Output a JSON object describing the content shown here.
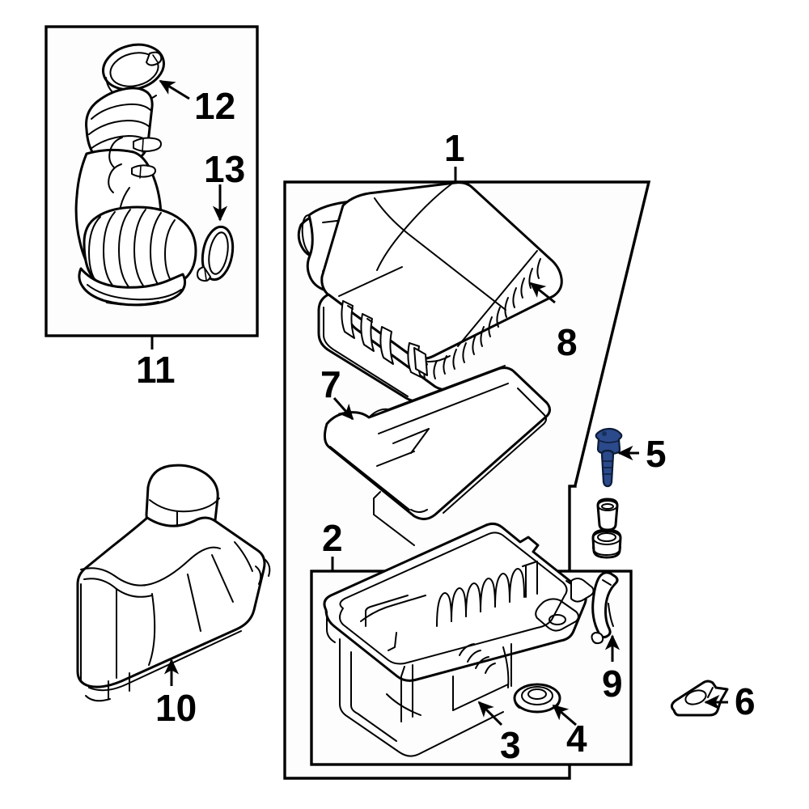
{
  "diagram": {
    "title": "Engine Air Cleaner / Air Intake Assembly Exploded Parts Diagram",
    "style": "line-art black and white technical illustration",
    "background_color": "#ffffff",
    "line_color": "#000000",
    "accent_color": "#2b4a8b"
  },
  "callouts": [
    {
      "id": "1",
      "label": "1",
      "part": "air-cleaner-assembly-group",
      "leader": "vertical-line-to-group-box"
    },
    {
      "id": "2",
      "label": "2",
      "part": "air-cleaner-lower-body-group",
      "leader": "vertical-line-to-group-box"
    },
    {
      "id": "3",
      "label": "3",
      "part": "air-cleaner-lower-housing",
      "leader": "arrow-up-left"
    },
    {
      "id": "4",
      "label": "4",
      "part": "air-cleaner-insulator-grommet",
      "leader": "arrow-up-left"
    },
    {
      "id": "5",
      "label": "5",
      "part": "air-cleaner-mounting-bolt",
      "leader": "arrow-left"
    },
    {
      "id": "6",
      "label": "6",
      "part": "air-cleaner-bracket-clip-nut",
      "leader": "arrow-left"
    },
    {
      "id": "7",
      "label": "7",
      "part": "air-filter-element",
      "leader": "arrow-down-right"
    },
    {
      "id": "8",
      "label": "8",
      "part": "air-cleaner-upper-cover",
      "leader": "arrow-up-left"
    },
    {
      "id": "9",
      "label": "9",
      "part": "air-cleaner-hose-clip-bracket",
      "leader": "arrow-up"
    },
    {
      "id": "10",
      "label": "10",
      "part": "air-inlet-duct-resonator",
      "leader": "arrow-up"
    },
    {
      "id": "11",
      "label": "11",
      "part": "air-intake-hose-group",
      "leader": "vertical-line-to-group-box"
    },
    {
      "id": "12",
      "label": "12",
      "part": "air-intake-hose-clamp-large",
      "leader": "arrow-up-left"
    },
    {
      "id": "13",
      "label": "13",
      "part": "air-intake-hose-clamp-small",
      "leader": "arrow-down"
    }
  ],
  "group_boxes": [
    {
      "name": "group-box-11",
      "label": "11",
      "label_position": "below"
    },
    {
      "name": "group-box-1",
      "label": "1",
      "label_position": "above"
    },
    {
      "name": "group-box-2",
      "label": "2",
      "label_position": "above"
    }
  ],
  "parts_illustrated": [
    {
      "name": "air-intake-hose-with-bellows",
      "callout": "11"
    },
    {
      "name": "hose-clamp-large",
      "callout": "12"
    },
    {
      "name": "hose-clamp-small",
      "callout": "13"
    },
    {
      "name": "air-cleaner-cover-with-outlet-tube",
      "callout": "8"
    },
    {
      "name": "air-filter-element-panel",
      "callout": "7"
    },
    {
      "name": "air-cleaner-housing-lower",
      "callout": "3"
    },
    {
      "name": "insulator-grommet",
      "callout": "4"
    },
    {
      "name": "mounting-bolt-flange-head",
      "callout": "5"
    },
    {
      "name": "mounting-bracket-plate",
      "callout": "6"
    },
    {
      "name": "hose-clip-bracket",
      "callout": "9"
    },
    {
      "name": "air-inlet-duct",
      "callout": "10"
    },
    {
      "name": "bushing-sleeve-upper",
      "callout": "9"
    },
    {
      "name": "bushing-grommet-lower",
      "callout": "9"
    }
  ]
}
